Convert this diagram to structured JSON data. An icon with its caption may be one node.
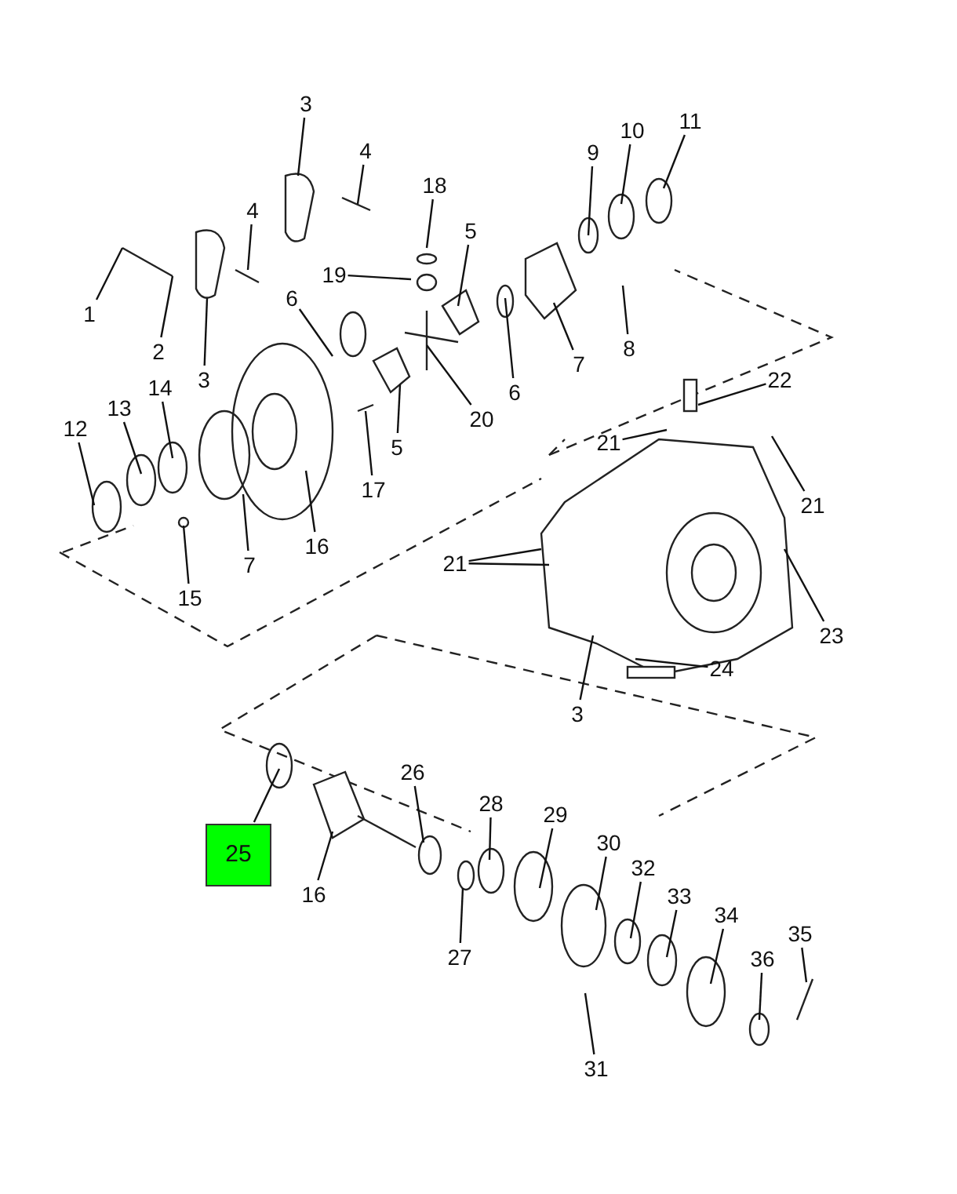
{
  "diagram": {
    "nodes": [
      {
        "text": [
          "3"
        ]
      },
      {
        "text": [
          "4"
        ]
      },
      {
        "text": [
          "18"
        ]
      },
      {
        "text": [
          "1"
        ]
      },
      {
        "text": [
          "2"
        ]
      },
      {
        "text": [
          "3"
        ]
      },
      {
        "text": [
          "4"
        ]
      },
      {
        "text": [
          "19"
        ]
      },
      {
        "text": [
          "5"
        ]
      },
      {
        "text": [
          "6"
        ]
      },
      {
        "text": [
          "9"
        ]
      },
      {
        "text": [
          "10"
        ]
      },
      {
        "text": [
          "11"
        ]
      },
      {
        "text": [
          "7"
        ]
      },
      {
        "text": [
          "8"
        ]
      },
      {
        "text": [
          "6"
        ]
      },
      {
        "text": [
          "20"
        ]
      },
      {
        "text": [
          "5"
        ]
      },
      {
        "text": [
          "14"
        ]
      },
      {
        "text": [
          "13"
        ]
      },
      {
        "text": [
          "12"
        ]
      },
      {
        "text": [
          "17"
        ]
      },
      {
        "text": [
          "16"
        ]
      },
      {
        "text": [
          "7"
        ]
      },
      {
        "text": [
          "15"
        ]
      },
      {
        "text": [
          "22"
        ]
      },
      {
        "text": [
          "21"
        ]
      },
      {
        "text": [
          "21"
        ]
      },
      {
        "text": [
          "21"
        ]
      },
      {
        "text": [
          "23"
        ]
      },
      {
        "text": [
          "24"
        ]
      },
      {
        "text": [
          "3"
        ]
      },
      {
        "text": [
          "25"
        ]
      },
      {
        "text": [
          "16"
        ]
      },
      {
        "text": [
          "26"
        ]
      },
      {
        "text": [
          "28"
        ]
      },
      {
        "text": [
          "29"
        ]
      },
      {
        "text": [
          "27"
        ]
      },
      {
        "text": [
          "30"
        ]
      },
      {
        "text": [
          "32"
        ]
      },
      {
        "text": [
          "33"
        ]
      },
      {
        "text": [
          "34"
        ]
      },
      {
        "text": [
          "35"
        ]
      },
      {
        "text": [
          "36"
        ]
      },
      {
        "text": [
          "31"
        ]
      }
    ],
    "edges": [
      {
        "from": 0,
        "to": null,
        "arrow": "none"
      },
      {
        "from": 1,
        "to": null,
        "arrow": "none"
      },
      {
        "from": 2,
        "to": null,
        "arrow": "none"
      },
      {
        "from": 3,
        "to": null,
        "arrow": "none"
      },
      {
        "from": 4,
        "to": null,
        "arrow": "none"
      },
      {
        "from": 5,
        "to": null,
        "arrow": "none"
      },
      {
        "from": 6,
        "to": null,
        "arrow": "none"
      },
      {
        "from": 7,
        "to": null,
        "arrow": "none"
      },
      {
        "from": 8,
        "to": null,
        "arrow": "none"
      },
      {
        "from": 9,
        "to": null,
        "arrow": "none"
      },
      {
        "from": 10,
        "to": null,
        "arrow": "none"
      },
      {
        "from": 11,
        "to": null,
        "arrow": "none"
      },
      {
        "from": 12,
        "to": null,
        "arrow": "none"
      },
      {
        "from": 13,
        "to": null,
        "arrow": "none"
      },
      {
        "from": 14,
        "to": null,
        "arrow": "none"
      },
      {
        "from": 15,
        "to": null,
        "arrow": "none"
      },
      {
        "from": 16,
        "to": null,
        "arrow": "none"
      },
      {
        "from": 17,
        "to": null,
        "arrow": "none"
      },
      {
        "from": 18,
        "to": null,
        "arrow": "none"
      },
      {
        "from": 19,
        "to": null,
        "arrow": "none"
      },
      {
        "from": 20,
        "to": null,
        "arrow": "none"
      },
      {
        "from": 21,
        "to": null,
        "arrow": "none"
      },
      {
        "from": 22,
        "to": null,
        "arrow": "none"
      },
      {
        "from": 23,
        "to": null,
        "arrow": "none"
      },
      {
        "from": 24,
        "to": null,
        "arrow": "none"
      },
      {
        "from": 25,
        "to": null,
        "arrow": "none"
      },
      {
        "from": 26,
        "to": null,
        "arrow": "none"
      },
      {
        "from": 27,
        "to": null,
        "arrow": "none"
      },
      {
        "from": 28,
        "to": null,
        "arrow": "none"
      },
      {
        "from": 28,
        "to": null,
        "arrow": "none"
      },
      {
        "from": 29,
        "to": null,
        "arrow": "none"
      },
      {
        "from": 30,
        "to": null,
        "arrow": "none"
      },
      {
        "from": 31,
        "to": null,
        "arrow": "none"
      },
      {
        "from": 32,
        "to": null,
        "arrow": "none"
      },
      {
        "from": 33,
        "to": null,
        "arrow": "none"
      },
      {
        "from": 34,
        "to": null,
        "arrow": "none"
      },
      {
        "from": 35,
        "to": null,
        "arrow": "none"
      },
      {
        "from": 36,
        "to": null,
        "arrow": "none"
      },
      {
        "from": 37,
        "to": null,
        "arrow": "none"
      },
      {
        "from": 38,
        "to": null,
        "arrow": "none"
      },
      {
        "from": 39,
        "to": null,
        "arrow": "none"
      },
      {
        "from": 40,
        "to": null,
        "arrow": "none"
      },
      {
        "from": 41,
        "to": null,
        "arrow": "none"
      },
      {
        "from": 42,
        "to": null,
        "arrow": "none"
      },
      {
        "from": 43,
        "to": null,
        "arrow": "none"
      },
      {
        "from": 44,
        "to": null,
        "arrow": "none"
      }
    ]
  }
}
